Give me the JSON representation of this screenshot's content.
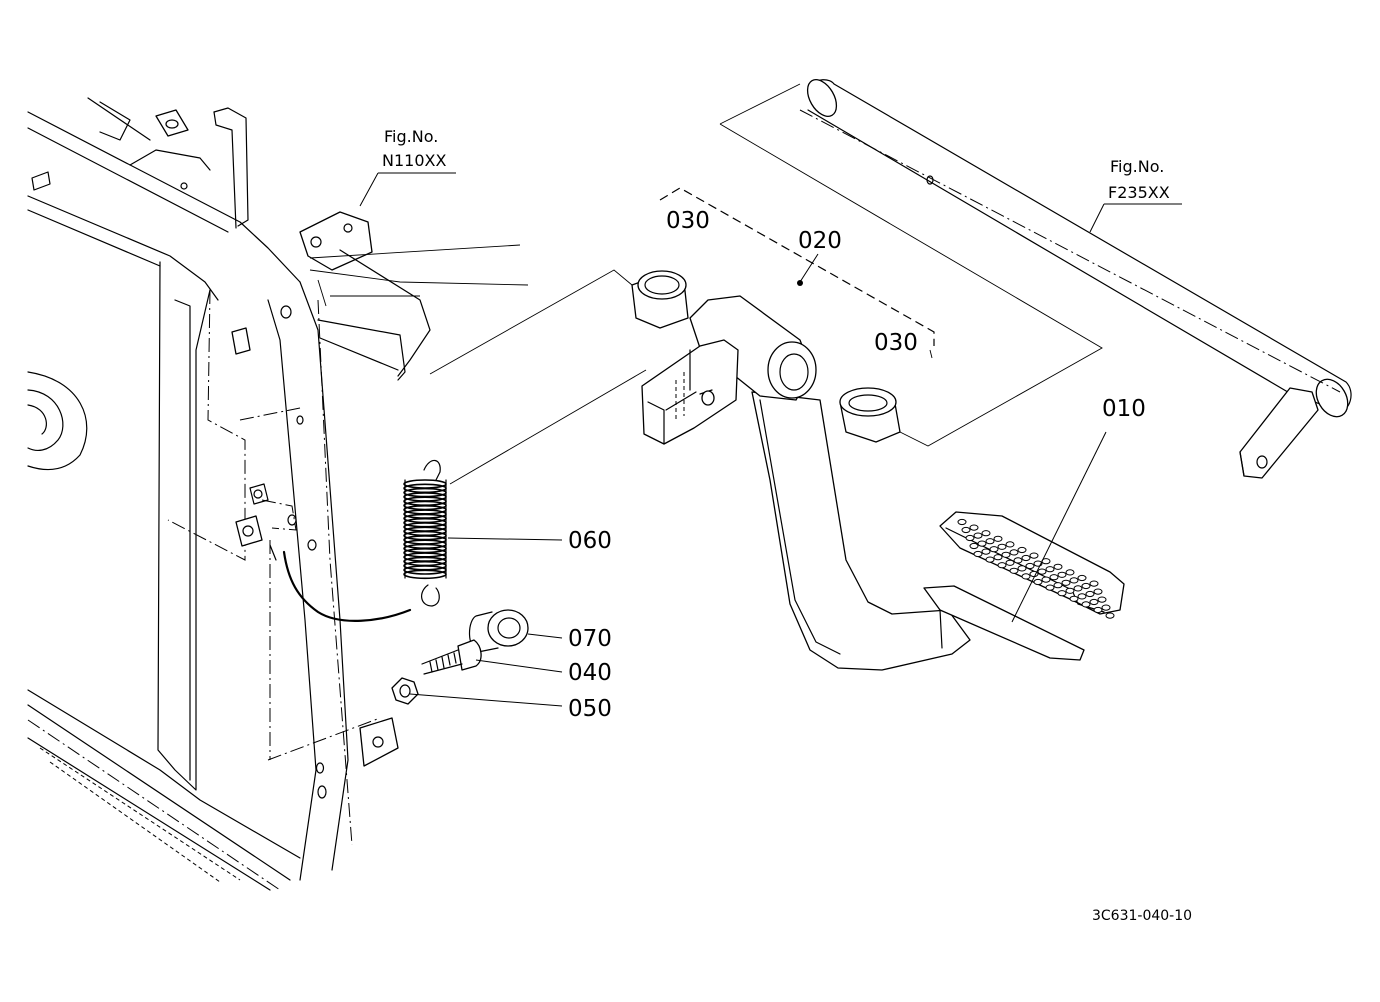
{
  "references": [
    {
      "fig_label": "Fig.No.",
      "fig_code": "N110XX"
    },
    {
      "fig_label": "Fig.No.",
      "fig_code": "F235XX"
    }
  ],
  "parts": [
    {
      "number": "010"
    },
    {
      "number": "020"
    },
    {
      "number": "030"
    },
    {
      "number": "030"
    },
    {
      "number": "040"
    },
    {
      "number": "050"
    },
    {
      "number": "060"
    },
    {
      "number": "070"
    }
  ],
  "drawing_code": "3C631-040-10"
}
